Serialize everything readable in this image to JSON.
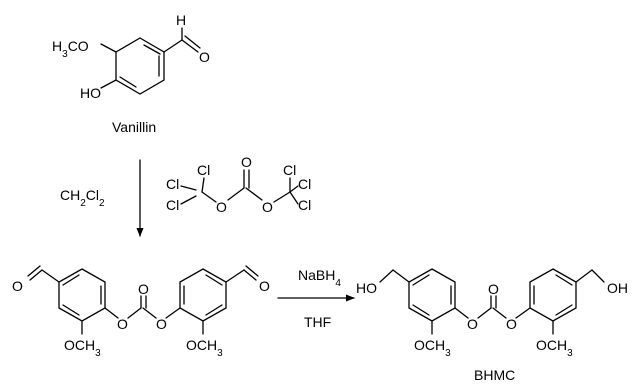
{
  "vanillin": {
    "h3co": "H3CO",
    "ho": "HO",
    "ald_h": "H",
    "ald_o": "O",
    "name": "Vanillin"
  },
  "step1": {
    "solvent": "CH2Cl2"
  },
  "triphosgene": {
    "cl": "Cl",
    "o": "O"
  },
  "dialdehyde": {
    "o": "O",
    "och3": "OCH3"
  },
  "step2": {
    "reagent": "NaBH4",
    "solvent": "THF"
  },
  "bhmc": {
    "ho": "HO",
    "oh": "OH",
    "o": "O",
    "och3": "OCH3",
    "name": "BHMC"
  }
}
